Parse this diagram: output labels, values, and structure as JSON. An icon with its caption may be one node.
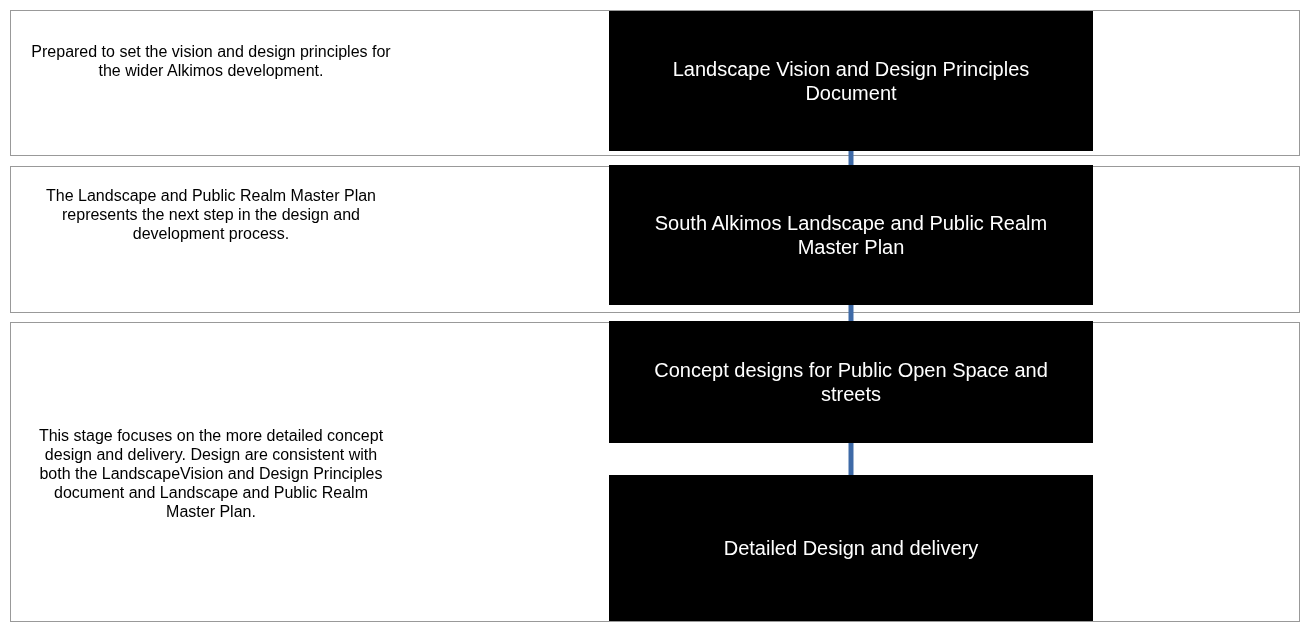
{
  "diagram": {
    "nodes": [
      {
        "text": [
          "Prepared to set the vision and design principles for the wider Alkimos development."
        ]
      },
      {
        "text": [
          "Landscape Vision and Design Principles Document"
        ],
        "in": 0
      },
      {
        "text": [
          "The Landscape and Public Realm Master Plan represents the next step in the design and development process."
        ]
      },
      {
        "text": [
          "South Alkimos Landscape and Public Realm Master Plan"
        ],
        "in": 2
      },
      {
        "text": [
          "This stage focuses on the more detailed concept design and delivery.  Design are consistent with both the LandscapeVision and Design Principles document and Landscape and Public Realm Master Plan."
        ]
      },
      {
        "text": [
          "Concept designs for Public Open Space and streets"
        ],
        "in": 4
      },
      {
        "text": [
          "Detailed Design and delivery"
        ],
        "in": 4
      }
    ],
    "edges": [
      {
        "from": 1,
        "to": 3,
        "arrow": "none"
      },
      {
        "from": 3,
        "to": 5,
        "arrow": "none"
      },
      {
        "from": 5,
        "to": 6,
        "arrow": "none"
      }
    ]
  }
}
